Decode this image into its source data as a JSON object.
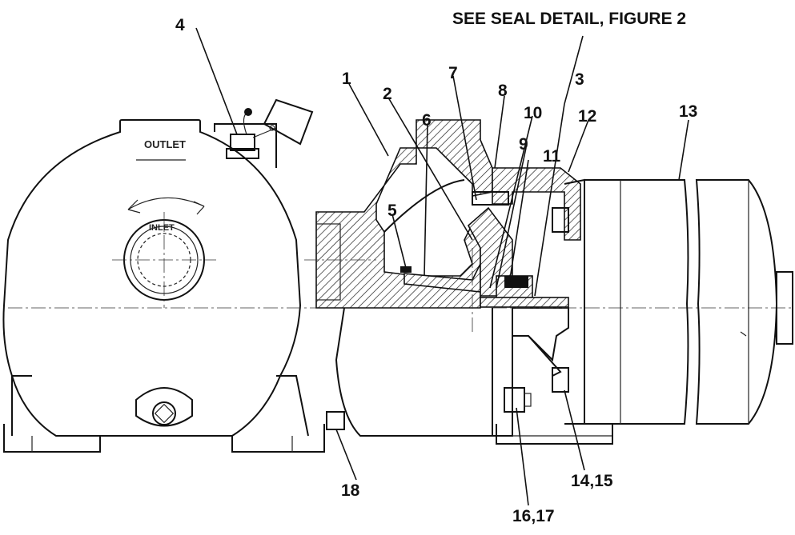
{
  "diagram": {
    "title": "SEE SEAL DETAIL, FIGURE 2",
    "pump_labels": {
      "outlet": "OUTLET",
      "inlet": "INLET"
    },
    "callouts": [
      {
        "id": "c1",
        "text": "1"
      },
      {
        "id": "c2",
        "text": "2"
      },
      {
        "id": "c3",
        "text": "3"
      },
      {
        "id": "c4",
        "text": "4"
      },
      {
        "id": "c5",
        "text": "5"
      },
      {
        "id": "c6",
        "text": "6"
      },
      {
        "id": "c7",
        "text": "7"
      },
      {
        "id": "c8",
        "text": "8"
      },
      {
        "id": "c9",
        "text": "9"
      },
      {
        "id": "c10",
        "text": "10"
      },
      {
        "id": "c11",
        "text": "11"
      },
      {
        "id": "c12",
        "text": "12"
      },
      {
        "id": "c13",
        "text": "13"
      },
      {
        "id": "c14_15",
        "text": "14,15"
      },
      {
        "id": "c16_17",
        "text": "16,17"
      },
      {
        "id": "c18",
        "text": "18"
      }
    ]
  }
}
